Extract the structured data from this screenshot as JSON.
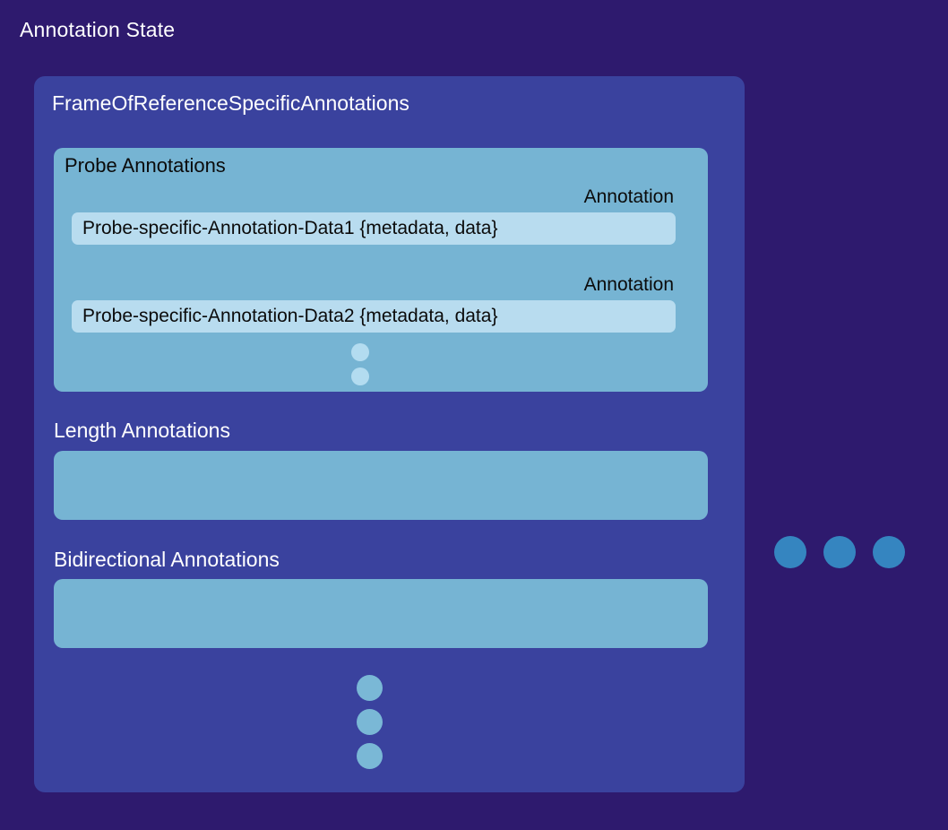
{
  "diagram": {
    "title": "Annotation State",
    "colors": {
      "background": "#2e1a6e",
      "outer_panel": "#3a429e",
      "group_panel": "#76b4d3",
      "data_box": "#b8dcef",
      "right_dot": "#3585c0",
      "panel_dot": "#7ab8d6",
      "group_dot": "#b3dcf0"
    },
    "frame_of_reference": {
      "title": "FrameOfReferenceSpecificAnnotations",
      "probe_group": {
        "title": "Probe Annotations",
        "annotations": [
          {
            "label": "Annotation",
            "value": "Probe-specific-Annotation-Data1 {metadata, data}"
          },
          {
            "label": "Annotation",
            "value": "Probe-specific-Annotation-Data2 {metadata, data}"
          }
        ],
        "ellipsis_dot_count": 2
      },
      "sections": [
        {
          "label": "Length Annotations",
          "content": ""
        },
        {
          "label": "Bidirectional Annotations",
          "content": ""
        }
      ],
      "ellipsis_dot_count": 3
    },
    "right_ellipsis_dot_count": 3
  }
}
